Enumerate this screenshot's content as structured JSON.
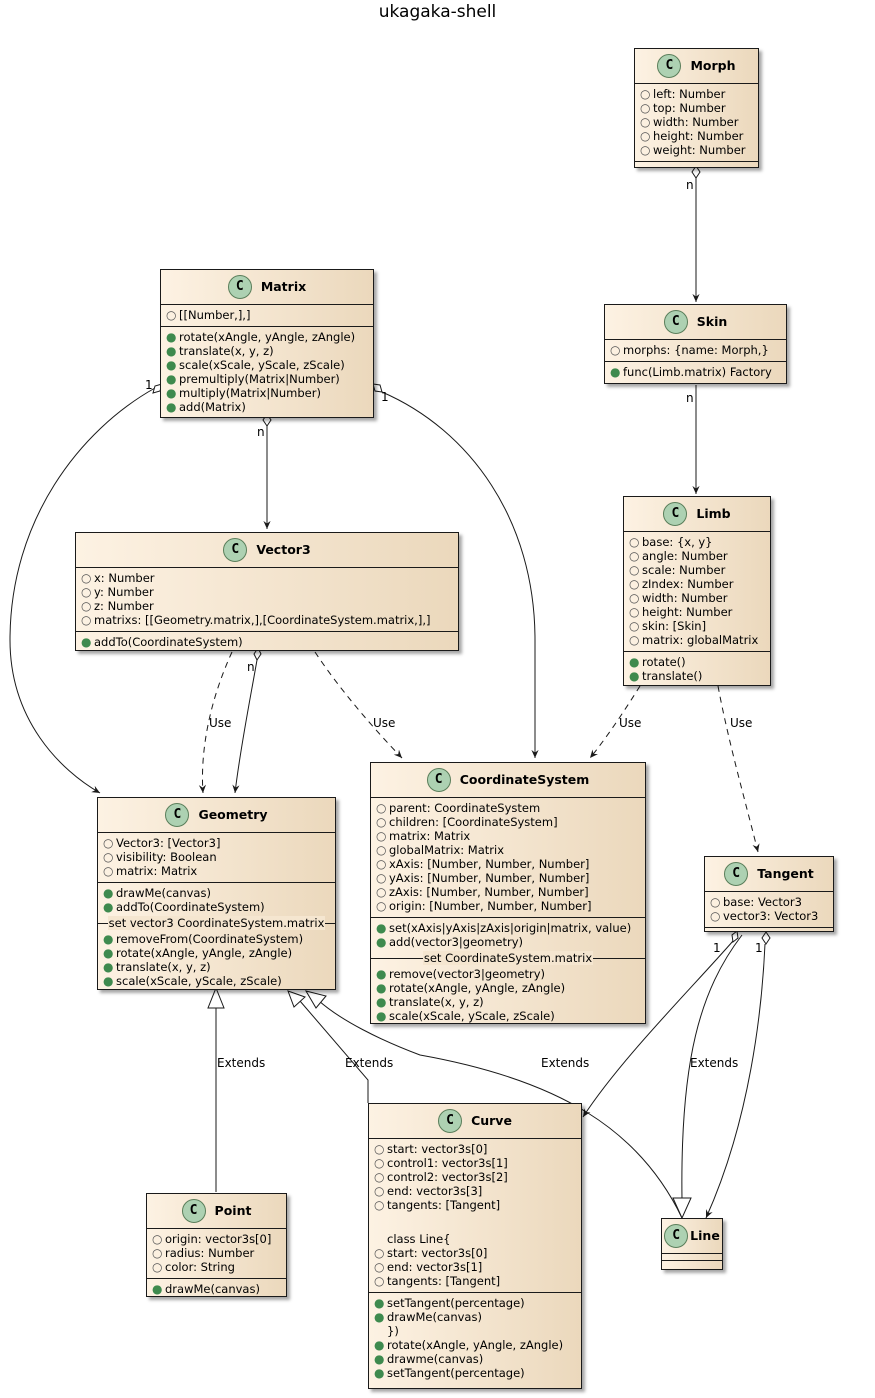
{
  "title": "ukagaka-shell",
  "classes": {
    "morph": {
      "name": "Morph",
      "attributes": [
        "left: Number",
        "top: Number",
        "width: Number",
        "height: Number",
        "weight: Number"
      ]
    },
    "skin": {
      "name": "Skin",
      "attributes": [
        "morphs: {name: Morph,}"
      ],
      "operations": [
        "func(Limb.matrix) Factory"
      ]
    },
    "limb": {
      "name": "Limb",
      "attributes": [
        "base: {x, y}",
        "angle: Number",
        "scale: Number",
        "zIndex: Number",
        "width: Number",
        "height: Number",
        "skin: [Skin]",
        "matrix: globalMatrix"
      ],
      "operations": [
        "rotate()",
        "translate()"
      ]
    },
    "matrix": {
      "name": "Matrix",
      "attributes": [
        "[[Number,],]"
      ],
      "operations": [
        "rotate(xAngle, yAngle, zAngle)",
        "translate(x, y, z)",
        "scale(xScale, yScale, zScale)",
        "premultiply(Matrix|Number)",
        "multiply(Matrix|Number)",
        "add(Matrix)"
      ]
    },
    "vector3": {
      "name": "Vector3",
      "attributes": [
        "x: Number",
        "y: Number",
        "z: Number",
        "matrixs: [[Geometry.matrix,],[CoordinateSystem.matrix,],]"
      ],
      "operations": [
        "addTo(CoordinateSystem)"
      ]
    },
    "geometry": {
      "name": "Geometry",
      "attributes": [
        "Vector3: [Vector3]",
        "visibility: Boolean",
        "matrix: Matrix"
      ],
      "operations_a": [
        "drawMe(canvas)",
        "addTo(CoordinateSystem)"
      ],
      "separator": "set vector3 CoordinateSystem.matrix",
      "operations_b": [
        "removeFrom(CoordinateSystem)",
        "rotate(xAngle, yAngle, zAngle)",
        "translate(x, y, z)",
        "scale(xScale, yScale, zScale)"
      ]
    },
    "coordinate_system": {
      "name": "CoordinateSystem",
      "attributes": [
        "parent: CoordinateSystem",
        "children: [CoordinateSystem]",
        "matrix: Matrix",
        "globalMatrix: Matrix",
        "xAxis: [Number, Number, Number]",
        "yAxis: [Number, Number, Number]",
        "zAxis: [Number, Number, Number]",
        "origin: [Number, Number, Number]"
      ],
      "operations_a": [
        "set(xAxis|yAxis|zAxis|origin|matrix, value)",
        "add(vector3|geometry)"
      ],
      "separator": "set CoordinateSystem.matrix",
      "operations_b": [
        "remove(vector3|geometry)",
        "rotate(xAngle, yAngle, zAngle)",
        "translate(x, y, z)",
        "scale(xScale, yScale, zScale)"
      ]
    },
    "tangent": {
      "name": "Tangent",
      "attributes": [
        "base: Vector3",
        "vector3: Vector3"
      ]
    },
    "point": {
      "name": "Point",
      "attributes": [
        "origin: vector3s[0]",
        "radius: Number",
        "color: String"
      ],
      "operations": [
        "drawMe(canvas)"
      ]
    },
    "curve": {
      "name": "Curve",
      "attributes": [
        "start: vector3s[0]",
        "control1: vector3s[1]",
        "control2: vector3s[2]",
        "end: vector3s[3]",
        "tangents: [Tangent]"
      ],
      "plain_lines": [
        "class Line{"
      ],
      "attributes_b": [
        "start: vector3s[0]",
        "end: vector3s[1]",
        "tangents: [Tangent]"
      ],
      "operations_a": [
        "setTangent(percentage)",
        "drawMe(canvas)"
      ],
      "plain_lines_b": [
        "})"
      ],
      "operations_b": [
        "rotate(xAngle, yAngle, zAngle)",
        "drawme(canvas)",
        "setTangent(percentage)"
      ]
    },
    "line": {
      "name": "Line"
    }
  },
  "relations": {
    "morph_skin_mult": "n",
    "skin_limb_mult": "n",
    "matrix_vector3_mult": "n",
    "matrix_geometry_mult": "1",
    "matrix_cs_mult": "1",
    "vector3_geometry_mult": "n",
    "use_label": "Use",
    "extends_label": "Extends",
    "tangent_curve_mult": "1",
    "tangent_line_mult": "1"
  }
}
